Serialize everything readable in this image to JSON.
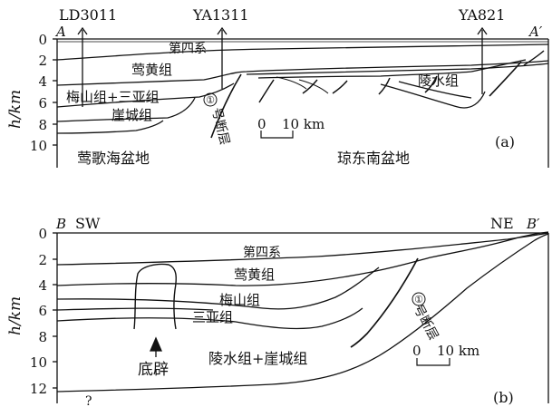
{
  "panel_a": {
    "section_start": "A",
    "section_end": "A′",
    "wells": [
      "LD3011",
      "YA1311",
      "YA821"
    ],
    "axis_label": "h/km",
    "depth_ticks": [
      "0",
      "2",
      "4",
      "6",
      "8",
      "10"
    ],
    "units": {
      "quaternary": "第四系",
      "yinggehuang": "莺黄组",
      "meishan_sanya": "梅山组+三亚组",
      "yacheng": "崖城组",
      "lingshui": "陵水组"
    },
    "fault_number": "①",
    "fault_text": "号断层",
    "basin_left": "莺歌海盆地",
    "basin_right": "琼东南盆地",
    "scale_zero": "0",
    "scale_text": "10 km",
    "panel_tag": "(a)"
  },
  "panel_b": {
    "section_start": "B",
    "section_end": "B′",
    "dir_left": "SW",
    "dir_right": "NE",
    "axis_label": "h/km",
    "depth_ticks": [
      "0",
      "2",
      "4",
      "6",
      "8",
      "10",
      "12"
    ],
    "units": {
      "quaternary": "第四系",
      "yinggehuang": "莺黄组",
      "meishan": "梅山组",
      "sanya": "三亚组",
      "lingshui_yacheng": "陵水组+崖城组"
    },
    "diapir": "底辟",
    "fault_number": "①",
    "fault_text": "号断层",
    "scale_zero": "0",
    "scale_text": "10 km",
    "question_mark": "?",
    "panel_tag": "(b)"
  }
}
